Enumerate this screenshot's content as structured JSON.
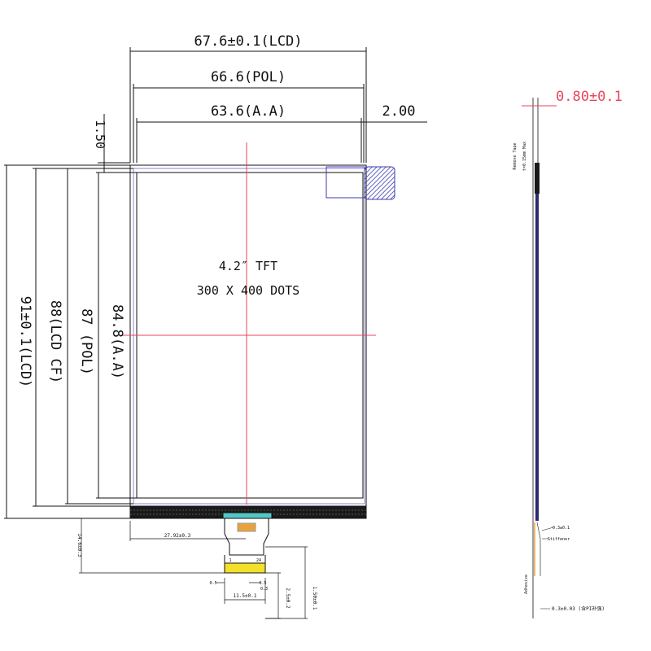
{
  "dims": {
    "lcd_width": "67.6±0.1(LCD)",
    "pol_width": "66.6(POL)",
    "aa_width": "63.6(A.A)",
    "right_margin": "2.00",
    "top_margin": "1.50",
    "lcd_height": "91±0.1(LCD)",
    "lcd_cf_height": "88(LCD CF)",
    "pol_height": "87 (POL)",
    "aa_height": "84.8(A.A)",
    "thickness": "0.80±0.1",
    "fpc_offset": "27.92±0.3",
    "fpc_length": "14.6±0.3",
    "fpc_width": "11.5±0.1",
    "fpc_tail": "2.5±0.2",
    "fpc_stub": "1.50±0.1",
    "pin_pitch_left": "0.5",
    "pin_pitch_right": "0.5",
    "pin_gap": "0.3",
    "pin_first": "1",
    "pin_last": "24",
    "fpc_thickness": "0.3±0.03 (含PI补强)"
  },
  "panel": {
    "line1": "4.2″ TFT",
    "line2": "300 X 400 DOTS"
  },
  "side": {
    "tape_note_1": "Remove Tape",
    "tape_note_2": "t=0.15mm Max",
    "stiffener_1": "0.3±0.1",
    "stiffener_2": "Stiffener",
    "bottom_note": "Adhesive"
  },
  "colors": {
    "line": "#111111",
    "accent": "#e8455c",
    "purple": "#9b7fd4",
    "blue": "#3b3bb0",
    "fpc_teal": "#55c4c4",
    "fpc_yellow": "#f2e02a",
    "fpc_orange": "#e9a23b"
  }
}
